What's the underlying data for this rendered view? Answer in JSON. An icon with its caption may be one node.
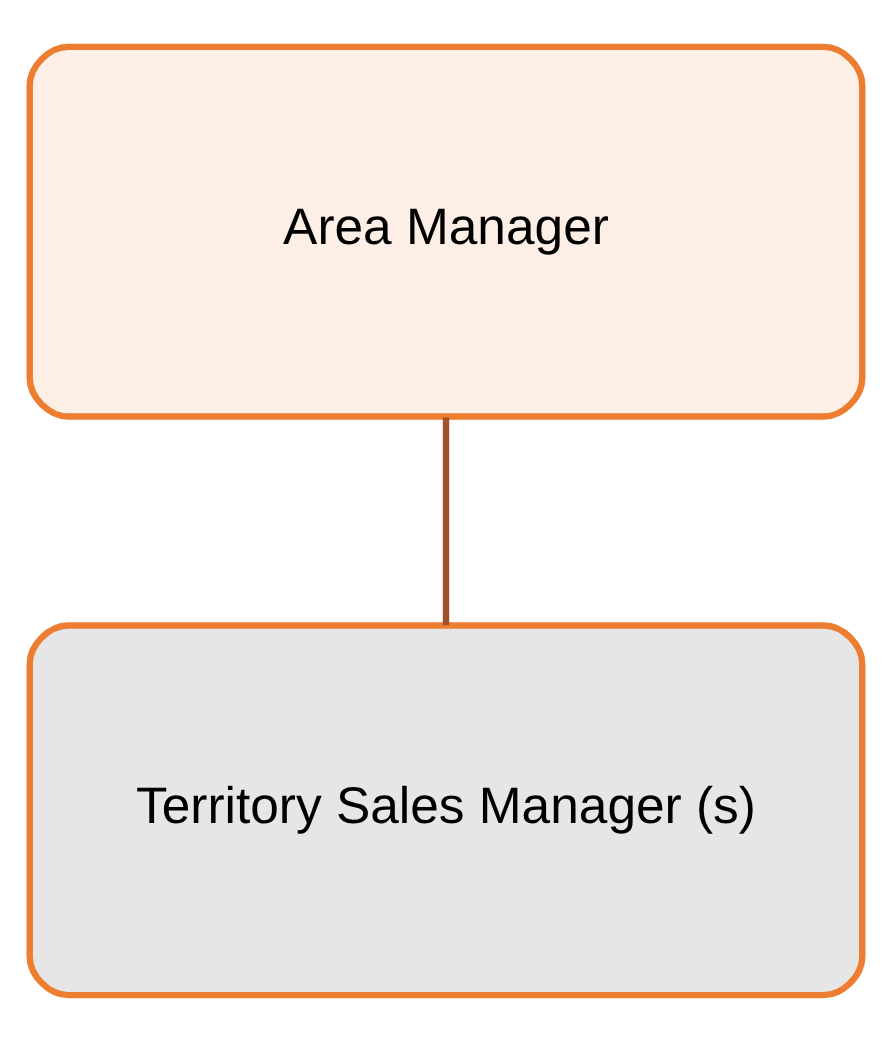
{
  "diagram": {
    "nodes": [
      {
        "text": [
          "Area Manager"
        ]
      },
      {
        "text": [
          "Territory Sales Manager (s)"
        ]
      }
    ],
    "edges": [
      {
        "from": 0,
        "to": 1,
        "arrow": "none"
      }
    ]
  }
}
